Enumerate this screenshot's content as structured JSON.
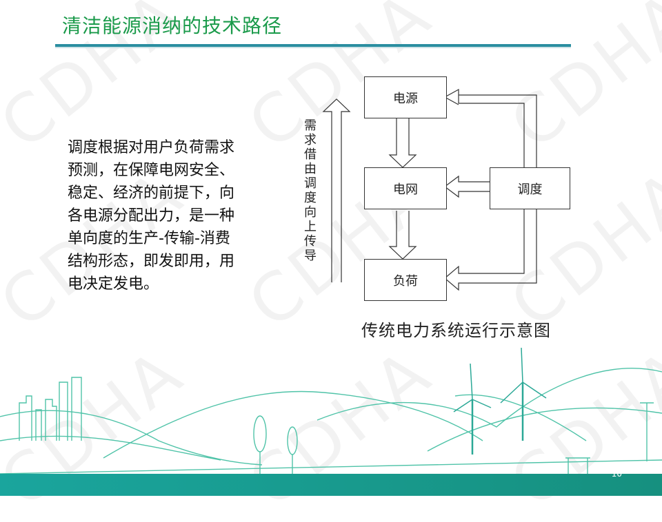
{
  "slide": {
    "title": "清洁能源消纳的技术路径",
    "body_lines": [
      "调度根据对用户负荷需求",
      "预测，在保障电网安全、",
      "稳定、经济的前提下，向",
      "各电源分配出力，是一种",
      "单向度的生产-传输-消费",
      "结构形态，即发即用，用",
      "电决定发电。"
    ],
    "watermark": "CDHA",
    "page_number": "10"
  },
  "diagram": {
    "boxes": {
      "power_source": "电源",
      "grid": "电网",
      "load": "负荷",
      "dispatch": "调度"
    },
    "vertical_label": [
      "需",
      "求",
      "借",
      "由",
      "调",
      "度",
      "向",
      "上",
      "传",
      "导"
    ],
    "caption": "传统电力系统运行示意图"
  },
  "colors": {
    "title": "#1a9a4a",
    "rule": "#2a8ea0",
    "landscape_line": "#4fc3a8",
    "bottom_bar": "#18a59a"
  }
}
